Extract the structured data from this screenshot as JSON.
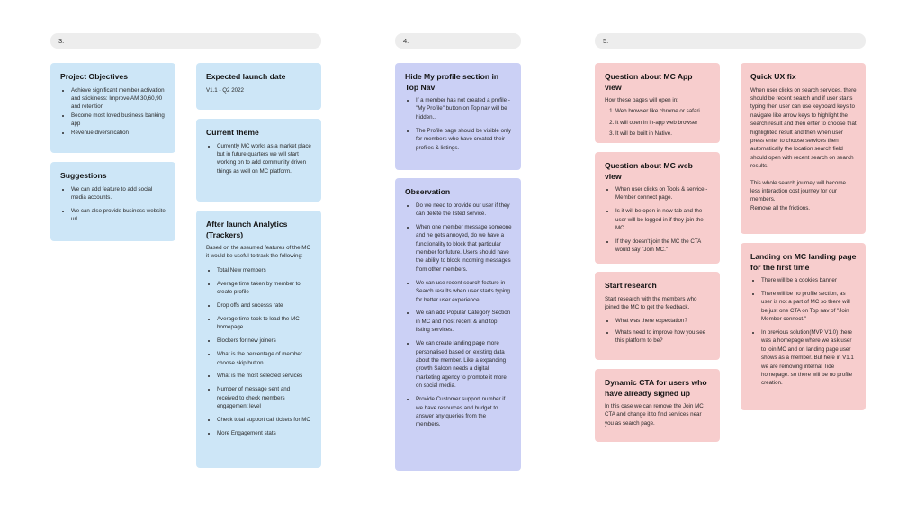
{
  "sections": {
    "s3": "3.",
    "s4": "4.",
    "s5": "5."
  },
  "cards": {
    "project_objectives": {
      "title": "Project Objectives",
      "items": [
        "Achieve significant member activation and stickiness: Improve AM 30,60,90 and retention",
        "Become most loved business banking app",
        "Revenue diversification"
      ]
    },
    "suggestions": {
      "title": "Suggestions",
      "items": [
        "We can add feature to add social media accounts.",
        "We can also provide business website url."
      ]
    },
    "expected_launch": {
      "title": "Expected launch date",
      "text": "V1.1 - Q2 2022"
    },
    "current_theme": {
      "title": "Current theme",
      "items": [
        "Currently MC works as a market place but in future quarters we will start working on to add community driven things as well on MC platform."
      ]
    },
    "analytics": {
      "title": "After launch Analytics (Trackers)",
      "intro": "Based on the assumed features of the MC it would be useful to track the following:",
      "items": [
        "Total New members",
        "Average time taken by member to create profile",
        " Drop offs and sucesss rate",
        "Average time took  to load the MC homepage",
        "Blockers for new joiners",
        "What is the percentage of member choose skip button",
        "What is the most selected services",
        "Number of message sent and received to check members engagement level",
        "Check total support call tickets for MC",
        "More Engagement stats"
      ]
    },
    "hide_profile": {
      "title": "Hide My profile section in Top Nav",
      "items": [
        "If a member has not created a profile - \"My Profile\" button on Top nav will be hidden..",
        "The Profile page should be visible only for members who have created their profiles & listings."
      ]
    },
    "observation": {
      "title": "Observation",
      "items": [
        "Do we need to provide our user if they can delete the listed service.",
        "When one member message someone and he gets annoyed, do we have a functionality to block that particular member for future. Users should have the ability to block incoming messages from other members.",
        "We can use recent search feature in Search results when user starts typing for better user experience.",
        "We can add Popular Category Section in MC and most recent & and top listing services.",
        "We can create landing page more personalised based on existing data about the member. Like a expanding growth Saloon needs a digital marketing agency to promote it more on social media.",
        "Provide Customer support number if we have resources and budget to answer any queries from the members."
      ]
    },
    "app_view": {
      "title": "Question about MC App view",
      "intro": "How these pages will open in:",
      "items": [
        "Web browser like chrome or safari",
        "It will open in in-app web browser",
        "It will be built in Native."
      ]
    },
    "web_view": {
      "title": "Question about MC web view",
      "items": [
        "When user clicks on Tools & service - Member connect page.",
        "Is it will be open in new tab and the user will be logged in if they join the MC.",
        "If they doesn't join the MC the CTA would say \"Join MC.\""
      ]
    },
    "start_research": {
      "title": "Start research",
      "intro": "Start research with the members who joined the MC to get the feedback.",
      "items": [
        "What was there expectation?",
        "Whats need to improve how you see this platform to be?"
      ]
    },
    "dynamic_cta": {
      "title": "Dynamic CTA for users who have already signed up",
      "text": "In this case we can remove the Join MC CTA and change it to find services near you as search page."
    },
    "quick_ux": {
      "title": "Quick UX fix",
      "text1": "When user clicks on search services. there should be recent search and if user starts typing then user can use keyboard keys to navigate like arrow keys to highlight the search result and then enter to choose that highlighted result and then when user press enter to choose services then automatically the location search field should open with recent search on search results.",
      "text2": "This whole search journey will become less interaction cost journey for our members.",
      "text3": "Remove all the frictions."
    },
    "landing_page": {
      "title": "Landing on MC landing page for the first time",
      "items": [
        "There will be a cookies banner",
        "There will be no profile section, as user is not a part of MC so there will be just one CTA on Top nav of \"Join Member connect.\"",
        "In previous solution(MVP V1.0) there was a homepage where we ask user to join MC and on landing page user shows as a member. But here in V1.1 we are removing internal Tide homepage. so there will be no profile creation."
      ]
    }
  }
}
